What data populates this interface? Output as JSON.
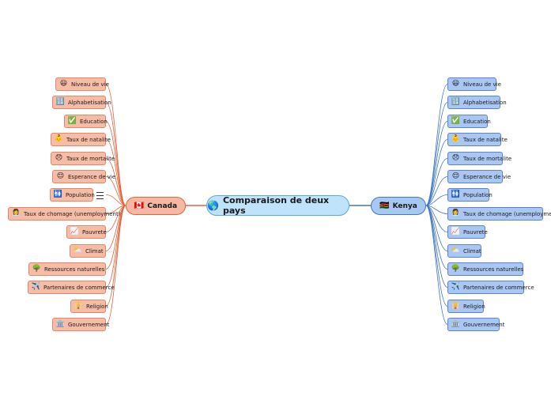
{
  "root": {
    "label": "Comparaison de deux pays",
    "icon": "🌎"
  },
  "left": {
    "label": "Canada",
    "icon": "🇨🇦",
    "color": "#e2643d",
    "items": [
      {
        "label": "Niveau de vie",
        "icon": "😃"
      },
      {
        "label": "Alphabetisation",
        "icon": "🔢"
      },
      {
        "label": "Education",
        "icon": "✅"
      },
      {
        "label": "Taux de natalite",
        "icon": "👶"
      },
      {
        "label": "Taux de mortalite",
        "icon": "😞"
      },
      {
        "label": "Esperance de vie",
        "icon": "😌"
      },
      {
        "label": "Population",
        "icon": "🚻"
      },
      {
        "label": "Taux de chomage (unemployment)",
        "icon": "👩‍💼"
      },
      {
        "label": "Pauvrete",
        "icon": "📈"
      },
      {
        "label": "Climat",
        "icon": "⛅"
      },
      {
        "label": "Ressources naturelles",
        "icon": "🌳"
      },
      {
        "label": "Partenaires de commerce",
        "icon": "✈️"
      },
      {
        "label": "Religion",
        "icon": "🕌"
      },
      {
        "label": "Gouvernement",
        "icon": "🏛️"
      }
    ]
  },
  "right": {
    "label": "Kenya",
    "icon": "🇰🇪",
    "color": "#3f76c6",
    "items": [
      {
        "label": "Niveau de vie",
        "icon": "😃"
      },
      {
        "label": "Alphabetisation",
        "icon": "🔢"
      },
      {
        "label": "Education",
        "icon": "✅"
      },
      {
        "label": "Taux de natalite",
        "icon": "👶"
      },
      {
        "label": "Taux de mortalite",
        "icon": "😞"
      },
      {
        "label": "Esperance de vie",
        "icon": "😌"
      },
      {
        "label": "Population",
        "icon": "🚻"
      },
      {
        "label": "Taux de chomage (unemployment)",
        "icon": "👩‍💼"
      },
      {
        "label": "Pauvrete",
        "icon": "📈"
      },
      {
        "label": "Climat",
        "icon": "⛅"
      },
      {
        "label": "Ressources naturelles",
        "icon": "🌳"
      },
      {
        "label": "Partenaires de commerce",
        "icon": "✈️"
      },
      {
        "label": "Religion",
        "icon": "🕌"
      },
      {
        "label": "Gouvernement",
        "icon": "🏛️"
      }
    ]
  }
}
